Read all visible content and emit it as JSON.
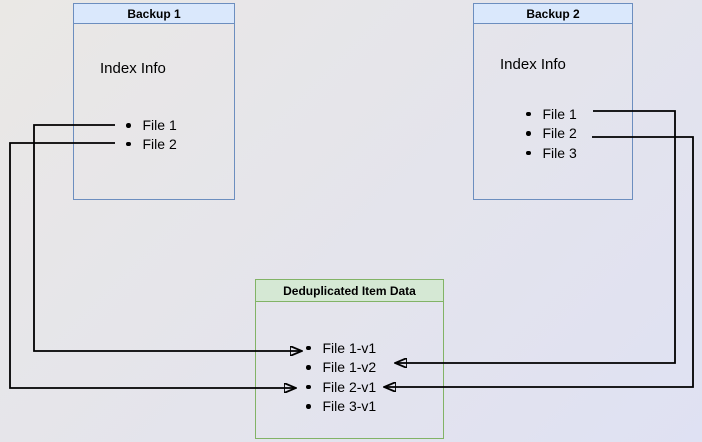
{
  "diagram": {
    "backup1": {
      "title": "Backup 1",
      "label": "Index Info",
      "files": [
        "File 1",
        "File 2"
      ]
    },
    "backup2": {
      "title": "Backup 2",
      "label": "Index Info",
      "files": [
        "File 1",
        "File 2",
        "File 3"
      ]
    },
    "dedup": {
      "title": "Deduplicated Item Data",
      "items": [
        "File 1-v1",
        "File 1-v2",
        "File 2-v1",
        "File 3-v1"
      ]
    },
    "connections": [
      {
        "from": "Backup 1 / File 1",
        "to": "File 1-v1"
      },
      {
        "from": "Backup 1 / File 2",
        "to": "File 2-v1"
      },
      {
        "from": "Backup 2 / File 1",
        "to": "File 1-v2"
      },
      {
        "from": "Backup 2 / File 2",
        "to": "File 2-v1"
      }
    ],
    "colors": {
      "blue_fill": "#dae8fc",
      "blue_border": "#6c8ebf",
      "green_fill": "#d5e8d4",
      "green_border": "#82b366",
      "line": "#000000"
    }
  }
}
